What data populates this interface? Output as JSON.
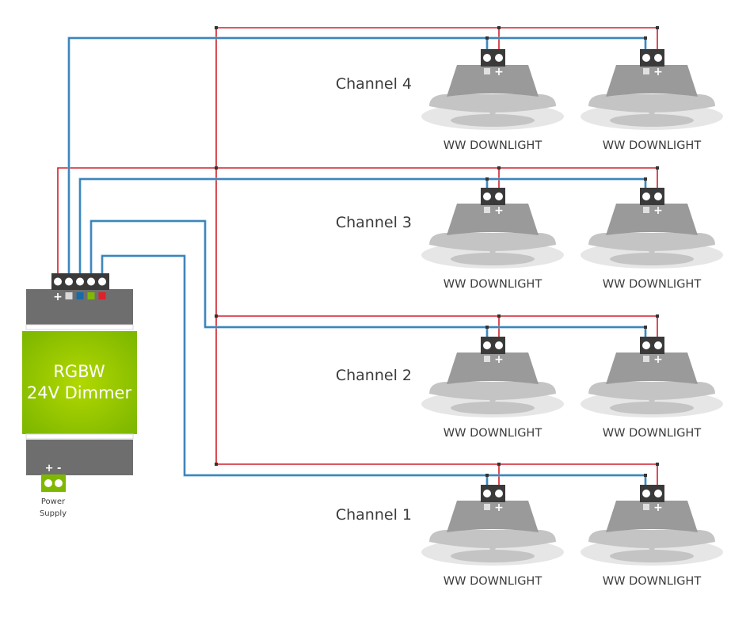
{
  "colors": {
    "positive_wire": "#d0202a",
    "channel_wire": "#7ab3da",
    "channel_wire_edge": "#1a6aa8",
    "terminal": "#3a3a3a",
    "module_gray": "#6e6e6e",
    "module_green": "#7fb800",
    "power_green": "#7fb800",
    "light_body": "#9a9a9a",
    "light_trim": "#c4c4c4",
    "light_bezel": "#e6e6e6",
    "text": "#3c3c3c"
  },
  "dimmer": {
    "title_line1": "RGBW",
    "title_line2": "24V Dimmer",
    "terminal_labels": [
      "+",
      "W",
      "B",
      "G",
      "R"
    ],
    "terminal_colors": [
      "#ffffff",
      "#d9d9d9",
      "#1a6aa8",
      "#7fb800",
      "#e0202a"
    ],
    "power": {
      "polarity": "+ -",
      "label_line1": "Power",
      "label_line2": "Supply"
    }
  },
  "channels": [
    {
      "label": "Channel 4",
      "lights": [
        "WW DOWNLIGHT",
        "WW DOWNLIGHT"
      ]
    },
    {
      "label": "Channel 3",
      "lights": [
        "WW DOWNLIGHT",
        "WW DOWNLIGHT"
      ]
    },
    {
      "label": "Channel 2",
      "lights": [
        "WW DOWNLIGHT",
        "WW DOWNLIGHT"
      ]
    },
    {
      "label": "Channel 1",
      "lights": [
        "WW DOWNLIGHT",
        "WW DOWNLIGHT"
      ]
    }
  ],
  "light_terminal_plus": "+"
}
